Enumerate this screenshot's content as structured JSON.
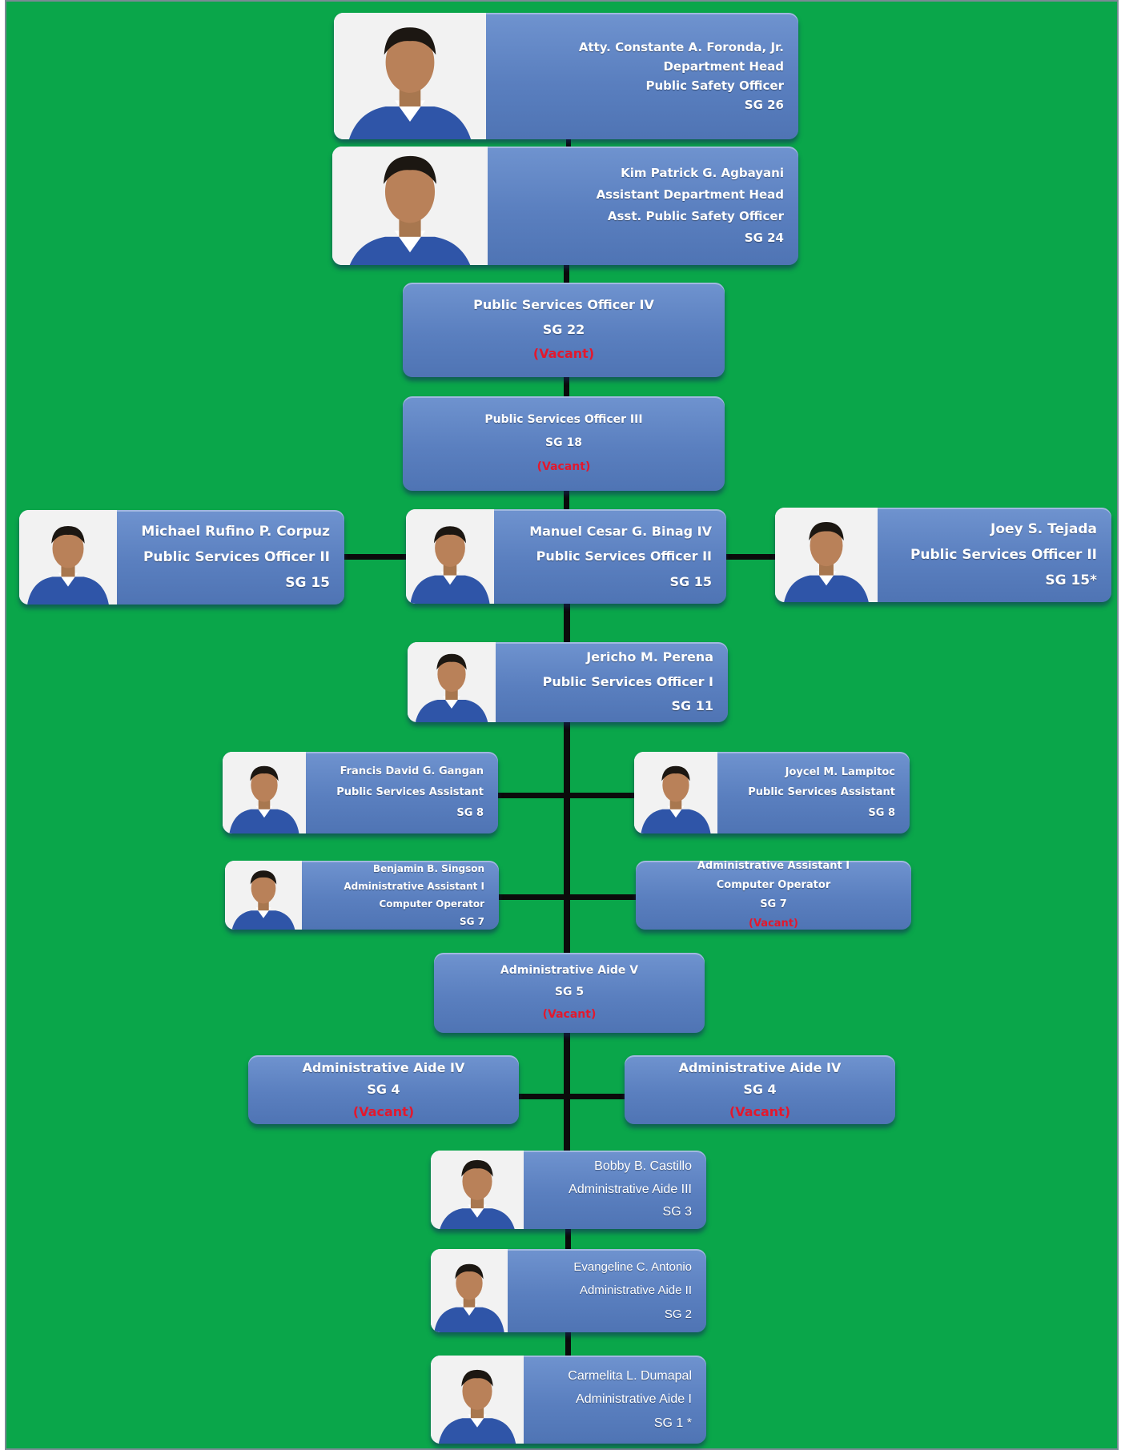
{
  "nodes": [
    {
      "id": "head",
      "lines": [
        "Atty. Constante A. Foronda, Jr.",
        "Department Head",
        "Public Safety Officer",
        "SG 26"
      ],
      "vacant": false,
      "photo": true
    },
    {
      "id": "asst-head",
      "lines": [
        "Kim Patrick G. Agbayani",
        "Assistant Department Head",
        "Asst. Public Safety Officer",
        "SG 24"
      ],
      "vacant": false,
      "photo": true
    },
    {
      "id": "pso4",
      "lines": [
        "Public Services Officer IV",
        "SG 22",
        "(Vacant)"
      ],
      "vacant": true,
      "photo": false
    },
    {
      "id": "pso3",
      "lines": [
        "Public Services Officer III",
        "SG 18",
        "(Vacant)"
      ],
      "vacant": true,
      "photo": false
    },
    {
      "id": "pso2-left",
      "lines": [
        "Michael Rufino P. Corpuz",
        "Public Services Officer II",
        "SG 15"
      ],
      "vacant": false,
      "photo": true
    },
    {
      "id": "pso2-center",
      "lines": [
        "Manuel Cesar G. Binag IV",
        "Public Services Officer II",
        "SG 15"
      ],
      "vacant": false,
      "photo": true
    },
    {
      "id": "pso2-right",
      "lines": [
        "Joey S. Tejada",
        "Public Services Officer II",
        "SG 15*"
      ],
      "vacant": false,
      "photo": true
    },
    {
      "id": "pso1",
      "lines": [
        "Jericho M. Perena",
        "Public Services Officer I",
        "SG 11"
      ],
      "vacant": false,
      "photo": true
    },
    {
      "id": "psa-left",
      "lines": [
        "Francis David G. Gangan",
        "Public Services Assistant",
        "SG 8"
      ],
      "vacant": false,
      "photo": true
    },
    {
      "id": "psa-right",
      "lines": [
        "Joycel M. Lampitoc",
        "Public Services Assistant",
        "SG 8"
      ],
      "vacant": false,
      "photo": true
    },
    {
      "id": "aa1-left",
      "lines": [
        "Benjamin B. Singson",
        "Administrative Assistant I",
        "Computer Operator",
        "SG 7"
      ],
      "vacant": false,
      "photo": true
    },
    {
      "id": "aa1-right",
      "lines": [
        "Administrative Assistant I",
        "Computer Operator",
        "SG 7",
        "(Vacant)"
      ],
      "vacant": true,
      "photo": false
    },
    {
      "id": "aide5",
      "lines": [
        "Administrative Aide V",
        "SG 5",
        "(Vacant)"
      ],
      "vacant": true,
      "photo": false
    },
    {
      "id": "aide4-left",
      "lines": [
        "Administrative Aide IV",
        "SG 4",
        "(Vacant)"
      ],
      "vacant": true,
      "photo": false
    },
    {
      "id": "aide4-right",
      "lines": [
        "Administrative Aide IV",
        "SG 4",
        "(Vacant)"
      ],
      "vacant": true,
      "photo": false
    },
    {
      "id": "aide3",
      "lines": [
        "Bobby B. Castillo",
        "Administrative Aide III",
        "SG 3"
      ],
      "vacant": false,
      "photo": true
    },
    {
      "id": "aide2",
      "lines": [
        "Evangeline C. Antonio",
        "Administrative Aide II",
        "SG 2"
      ],
      "vacant": false,
      "photo": true
    },
    {
      "id": "aide1",
      "lines": [
        "Carmelita L. Dumapal",
        "Administrative Aide I",
        "SG 1 *"
      ],
      "vacant": false,
      "photo": true
    }
  ],
  "colors": {
    "background": "#0aa64a",
    "box": "#5a7fbf",
    "connector": "#0b0b0b",
    "vacant_text": "#e3182d",
    "text": "#ffffff"
  }
}
